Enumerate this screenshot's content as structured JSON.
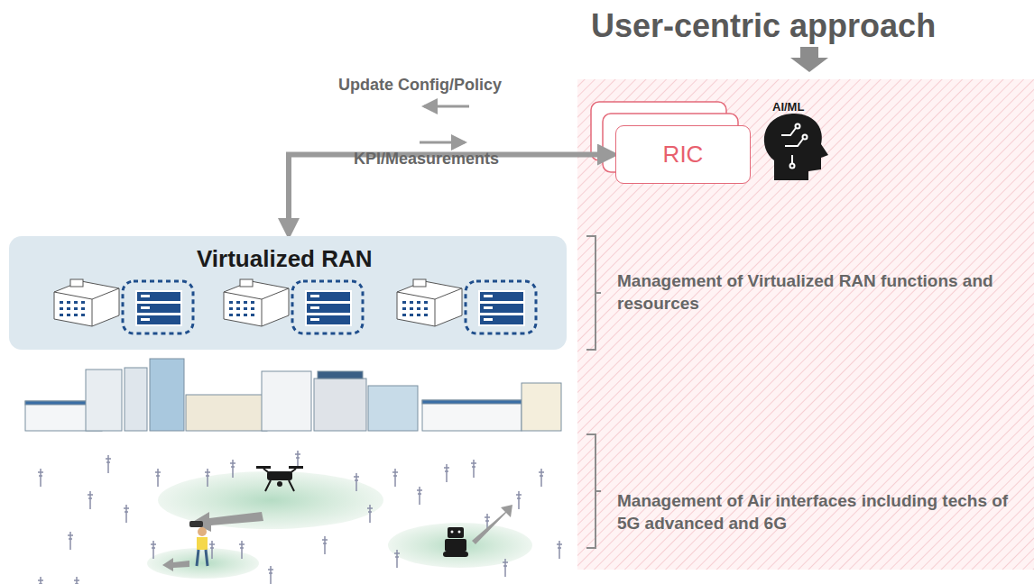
{
  "diagram": {
    "title": "User-centric approach",
    "nodes": [
      {
        "text": [
          "RIC"
        ]
      },
      {
        "text": [
          "Virtualized RAN"
        ]
      }
    ],
    "edges": [
      {
        "from": 0,
        "to": 1,
        "arrow": "both",
        "label": "Update Config/Policy"
      }
    ],
    "labels": [
      "KPI/Measurements",
      "AI/ML",
      "Management of Virtualized RAN functions and resources",
      "Management of Air interfaces including techs of 5G advanced and 6G"
    ]
  }
}
